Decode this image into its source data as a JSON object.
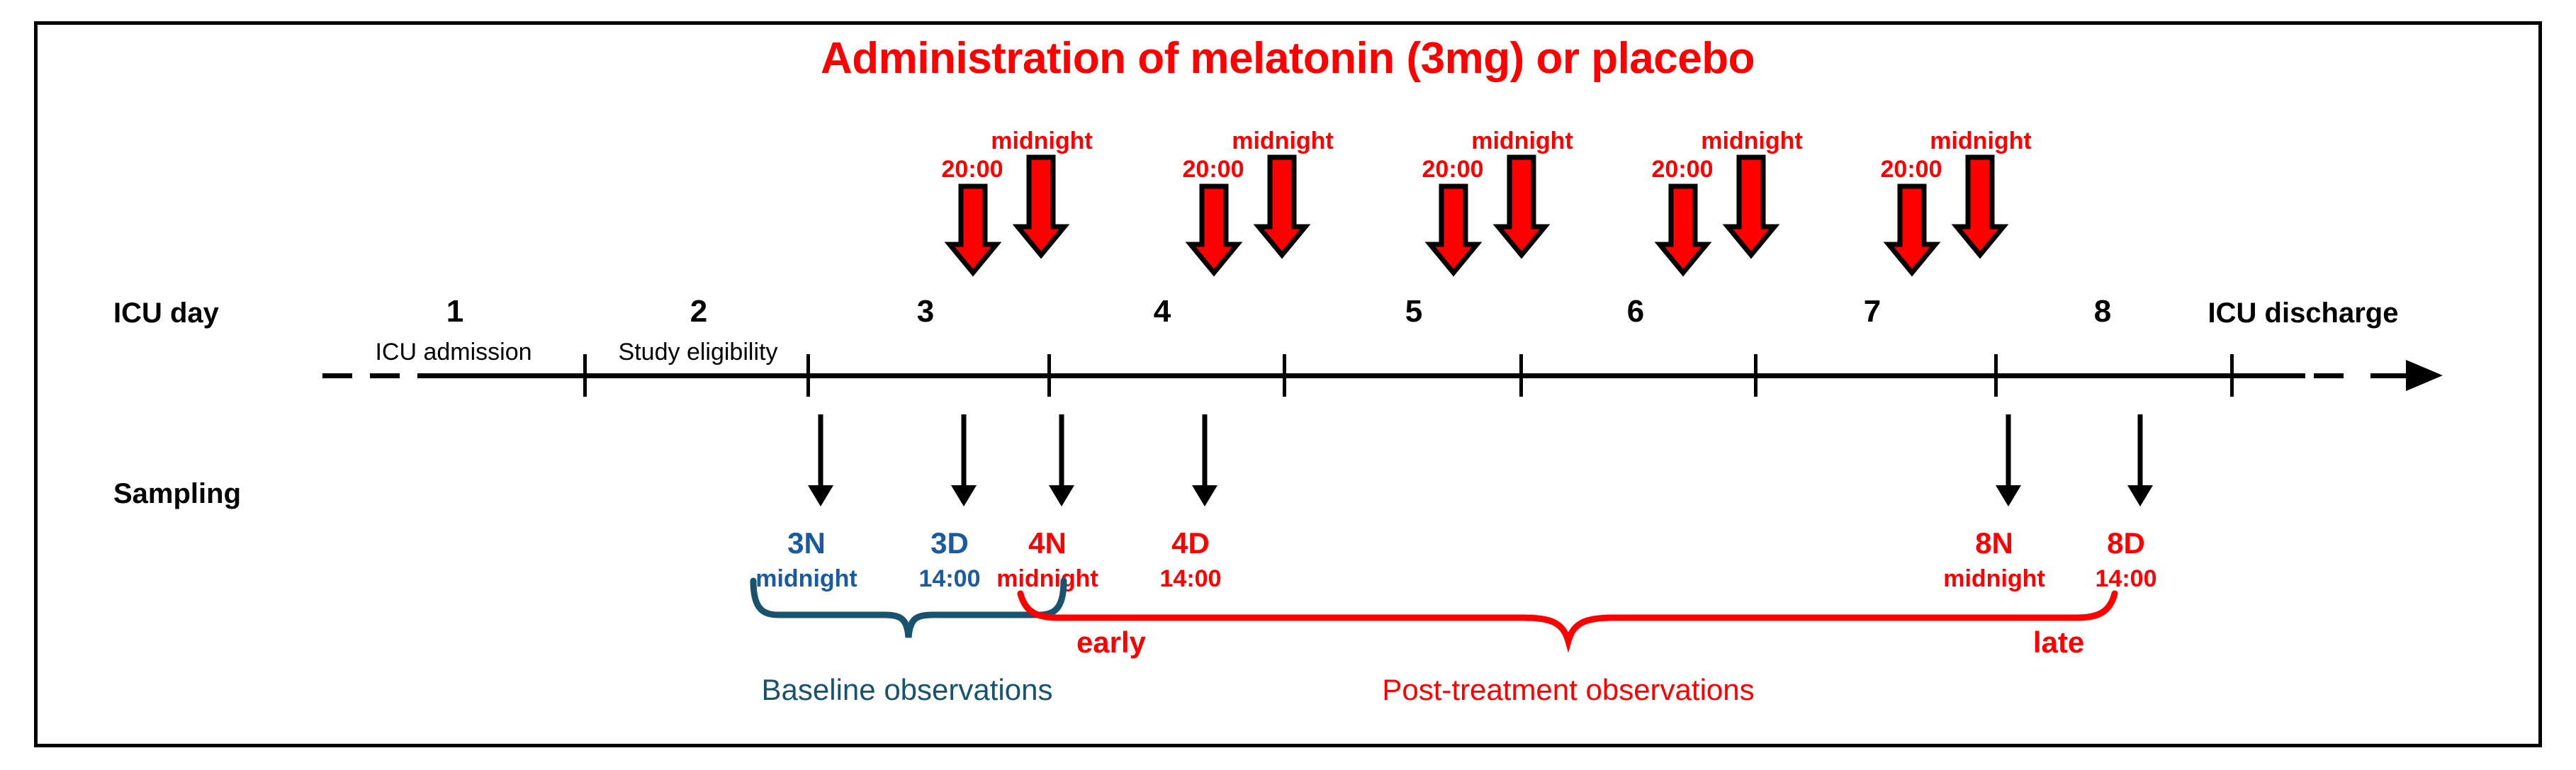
{
  "title": "Administration of melatonin (3mg) or placebo",
  "colors": {
    "red": "#FF0000",
    "blue": "#1A5AA0",
    "teal_blue": "#17526E",
    "black": "#000000",
    "background": "#FFFFFF"
  },
  "rows": {
    "icu_day_label": "ICU day",
    "sampling_label": "Sampling",
    "icu_discharge_label": "ICU discharge"
  },
  "days": [
    "1",
    "2",
    "3",
    "4",
    "5",
    "6",
    "7",
    "8"
  ],
  "timeline_events": [
    {
      "label": "ICU admission"
    },
    {
      "label": "Study eligibility"
    }
  ],
  "dosing_arrows": [
    {
      "day": "3",
      "early_label": "20:00",
      "late_label": "midnight"
    },
    {
      "day": "4",
      "early_label": "20:00",
      "late_label": "midnight"
    },
    {
      "day": "5",
      "early_label": "20:00",
      "late_label": "midnight"
    },
    {
      "day": "6",
      "early_label": "20:00",
      "late_label": "midnight"
    },
    {
      "day": "7",
      "early_label": "20:00",
      "late_label": "midnight"
    }
  ],
  "sampling_points": [
    {
      "code": "3N",
      "time": "midnight",
      "color": "blue"
    },
    {
      "code": "3D",
      "time": "14:00",
      "color": "blue"
    },
    {
      "code": "4N",
      "time": "midnight",
      "color": "red"
    },
    {
      "code": "4D",
      "time": "14:00",
      "color": "red"
    },
    {
      "code": "8N",
      "time": "midnight",
      "color": "red"
    },
    {
      "code": "8D",
      "time": "14:00",
      "color": "red"
    }
  ],
  "groupings": {
    "baseline": "Baseline observations",
    "early": "early",
    "late": "late",
    "post_treatment": "Post-treatment observations"
  },
  "icons": {
    "dosing_arrow": "down-block-arrow-icon",
    "sampling_arrow": "down-thin-arrow-icon",
    "timeline_arrow": "right-arrow-icon",
    "baseline_brace": "curly-brace-icon",
    "post_brace": "curly-brace-icon"
  }
}
